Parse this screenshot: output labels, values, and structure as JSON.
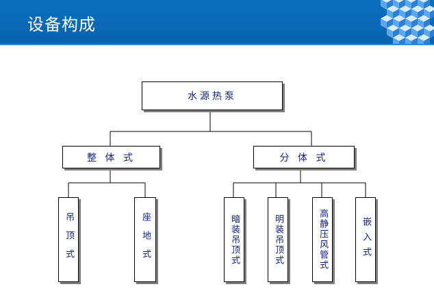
{
  "header": {
    "title": "设备构成"
  },
  "diagram": {
    "root": "水源热泵",
    "groups": [
      {
        "label": "整 体 式",
        "children": [
          "吊顶式",
          "座地式"
        ]
      },
      {
        "label": "分 体 式",
        "children": [
          "暗装吊顶式",
          "明装吊顶式",
          "高静压风管式",
          "嵌入式"
        ]
      }
    ]
  }
}
